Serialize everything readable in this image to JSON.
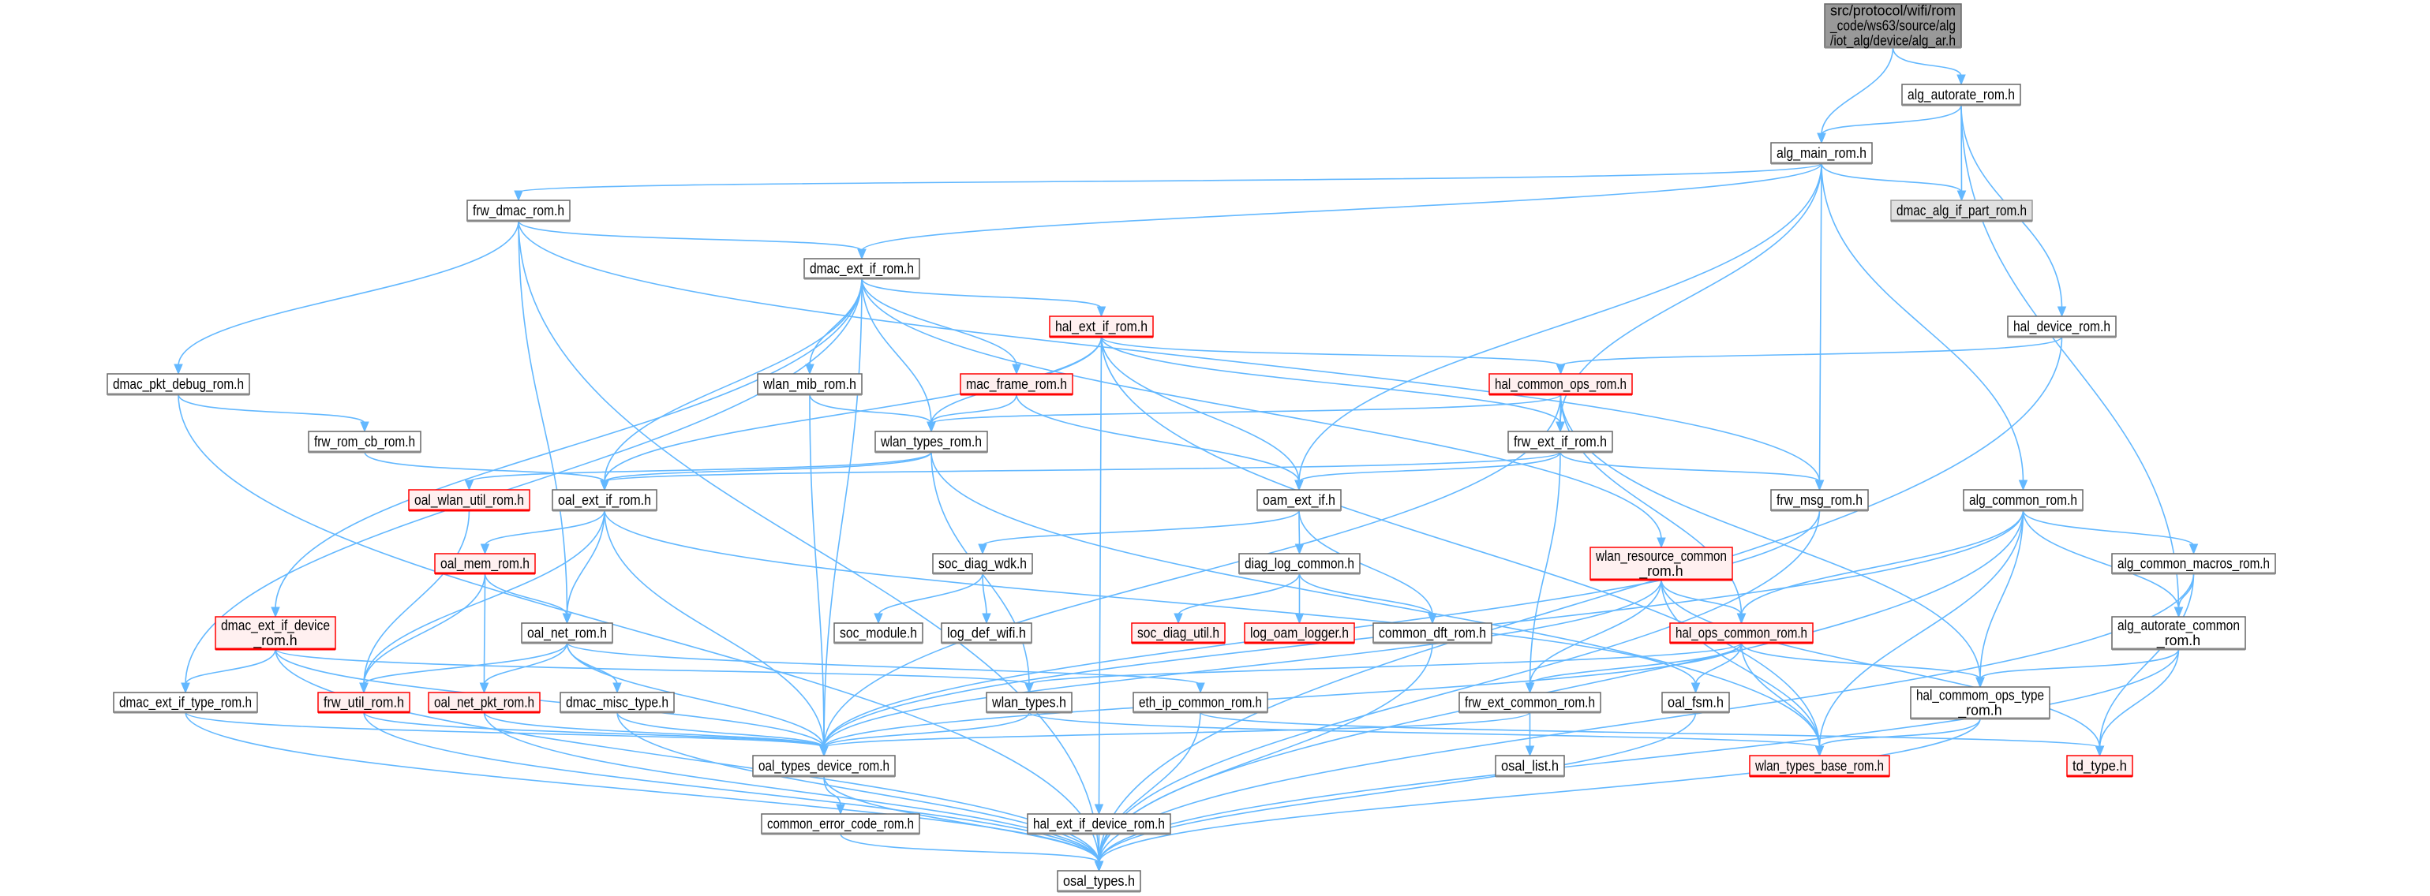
{
  "graph": {
    "type": "include-dependency-graph",
    "colors": {
      "edge": "#63b8ff",
      "root_fill": "#999999",
      "normal_fill": "#ffffff",
      "normal_stroke": "#666666",
      "truncated_fill": "#fff0f0",
      "truncated_stroke": "#ff0000",
      "external_fill": "#e0e0e0",
      "external_stroke": "#999999"
    },
    "nodes": [
      {
        "id": "root",
        "lines": [
          "src/protocol/wifi/rom",
          "_code/ws63/source/alg",
          "/iot_alg/device/alg_ar.h"
        ],
        "kind": "root"
      },
      {
        "id": "alg_autorate_rom",
        "lines": [
          "alg_autorate_rom.h"
        ],
        "kind": "normal"
      },
      {
        "id": "alg_main_rom",
        "lines": [
          "alg_main_rom.h"
        ],
        "kind": "normal"
      },
      {
        "id": "dmac_alg_if_part_rom",
        "lines": [
          "dmac_alg_if_part_rom.h"
        ],
        "kind": "external"
      },
      {
        "id": "frw_dmac_rom",
        "lines": [
          "frw_dmac_rom.h"
        ],
        "kind": "normal"
      },
      {
        "id": "dmac_ext_if_rom",
        "lines": [
          "dmac_ext_if_rom.h"
        ],
        "kind": "normal"
      },
      {
        "id": "hal_ext_if_rom",
        "lines": [
          "hal_ext_if_rom.h"
        ],
        "kind": "truncated"
      },
      {
        "id": "hal_device_rom",
        "lines": [
          "hal_device_rom.h"
        ],
        "kind": "normal"
      },
      {
        "id": "dmac_pkt_debug_rom",
        "lines": [
          "dmac_pkt_debug_rom.h"
        ],
        "kind": "normal"
      },
      {
        "id": "wlan_mib_rom",
        "lines": [
          "wlan_mib_rom.h"
        ],
        "kind": "normal"
      },
      {
        "id": "mac_frame_rom",
        "lines": [
          "mac_frame_rom.h"
        ],
        "kind": "truncated"
      },
      {
        "id": "hal_common_ops_rom",
        "lines": [
          "hal_common_ops_rom.h"
        ],
        "kind": "truncated"
      },
      {
        "id": "frw_rom_cb_rom",
        "lines": [
          "frw_rom_cb_rom.h"
        ],
        "kind": "normal"
      },
      {
        "id": "wlan_types_rom",
        "lines": [
          "wlan_types_rom.h"
        ],
        "kind": "normal"
      },
      {
        "id": "frw_ext_if_rom",
        "lines": [
          "frw_ext_if_rom.h"
        ],
        "kind": "normal"
      },
      {
        "id": "oal_wlan_util_rom",
        "lines": [
          "oal_wlan_util_rom.h"
        ],
        "kind": "truncated"
      },
      {
        "id": "oal_ext_if_rom",
        "lines": [
          "oal_ext_if_rom.h"
        ],
        "kind": "normal"
      },
      {
        "id": "oam_ext_if",
        "lines": [
          "oam_ext_if.h"
        ],
        "kind": "normal"
      },
      {
        "id": "frw_msg_rom",
        "lines": [
          "frw_msg_rom.h"
        ],
        "kind": "normal"
      },
      {
        "id": "alg_common_rom",
        "lines": [
          "alg_common_rom.h"
        ],
        "kind": "normal"
      },
      {
        "id": "oal_mem_rom",
        "lines": [
          "oal_mem_rom.h"
        ],
        "kind": "truncated"
      },
      {
        "id": "soc_diag_wdk",
        "lines": [
          "soc_diag_wdk.h"
        ],
        "kind": "normal"
      },
      {
        "id": "diag_log_common",
        "lines": [
          "diag_log_common.h"
        ],
        "kind": "normal"
      },
      {
        "id": "wlan_resource_common_rom",
        "lines": [
          "wlan_resource_common",
          "_rom.h"
        ],
        "kind": "truncated"
      },
      {
        "id": "alg_common_macros_rom",
        "lines": [
          "alg_common_macros_rom.h"
        ],
        "kind": "normal"
      },
      {
        "id": "dmac_ext_if_device_rom",
        "lines": [
          "dmac_ext_if_device",
          "_rom.h"
        ],
        "kind": "truncated"
      },
      {
        "id": "oal_net_rom",
        "lines": [
          "oal_net_rom.h"
        ],
        "kind": "normal"
      },
      {
        "id": "soc_module",
        "lines": [
          "soc_module.h"
        ],
        "kind": "normal"
      },
      {
        "id": "log_def_wifi",
        "lines": [
          "log_def_wifi.h"
        ],
        "kind": "normal"
      },
      {
        "id": "soc_diag_util",
        "lines": [
          "soc_diag_util.h"
        ],
        "kind": "truncated"
      },
      {
        "id": "log_oam_logger",
        "lines": [
          "log_oam_logger.h"
        ],
        "kind": "truncated"
      },
      {
        "id": "common_dft_rom",
        "lines": [
          "common_dft_rom.h"
        ],
        "kind": "normal"
      },
      {
        "id": "hal_ops_common_rom",
        "lines": [
          "hal_ops_common_rom.h"
        ],
        "kind": "truncated"
      },
      {
        "id": "alg_autorate_common_rom",
        "lines": [
          "alg_autorate_common",
          "_rom.h"
        ],
        "kind": "normal"
      },
      {
        "id": "dmac_ext_if_type_rom",
        "lines": [
          "dmac_ext_if_type_rom.h"
        ],
        "kind": "normal"
      },
      {
        "id": "frw_util_rom",
        "lines": [
          "frw_util_rom.h"
        ],
        "kind": "truncated"
      },
      {
        "id": "oal_net_pkt_rom",
        "lines": [
          "oal_net_pkt_rom.h"
        ],
        "kind": "truncated"
      },
      {
        "id": "dmac_misc_type",
        "lines": [
          "dmac_misc_type.h"
        ],
        "kind": "normal"
      },
      {
        "id": "wlan_types",
        "lines": [
          "wlan_types.h"
        ],
        "kind": "normal"
      },
      {
        "id": "eth_ip_common_rom",
        "lines": [
          "eth_ip_common_rom.h"
        ],
        "kind": "normal"
      },
      {
        "id": "frw_ext_common_rom",
        "lines": [
          "frw_ext_common_rom.h"
        ],
        "kind": "normal"
      },
      {
        "id": "oal_fsm",
        "lines": [
          "oal_fsm.h"
        ],
        "kind": "normal"
      },
      {
        "id": "hal_commom_ops_type_rom",
        "lines": [
          "hal_commom_ops_type",
          "_rom.h"
        ],
        "kind": "normal"
      },
      {
        "id": "oal_types_device_rom",
        "lines": [
          "oal_types_device_rom.h"
        ],
        "kind": "normal"
      },
      {
        "id": "osal_list",
        "lines": [
          "osal_list.h"
        ],
        "kind": "normal"
      },
      {
        "id": "wlan_types_base_rom",
        "lines": [
          "wlan_types_base_rom.h"
        ],
        "kind": "truncated"
      },
      {
        "id": "td_type",
        "lines": [
          "td_type.h"
        ],
        "kind": "truncated"
      },
      {
        "id": "common_error_code_rom",
        "lines": [
          "common_error_code_rom.h"
        ],
        "kind": "normal"
      },
      {
        "id": "hal_ext_if_device_rom",
        "lines": [
          "hal_ext_if_device_rom.h"
        ],
        "kind": "normal"
      },
      {
        "id": "osal_types",
        "lines": [
          "osal_types.h"
        ],
        "kind": "normal"
      }
    ],
    "edges": [
      [
        "root",
        "alg_main_rom"
      ],
      [
        "root",
        "alg_autorate_rom"
      ],
      [
        "alg_autorate_rom",
        "alg_main_rom"
      ],
      [
        "alg_autorate_rom",
        "dmac_alg_if_part_rom"
      ],
      [
        "alg_autorate_rom",
        "hal_device_rom"
      ],
      [
        "alg_autorate_rom",
        "alg_autorate_common_rom"
      ],
      [
        "alg_main_rom",
        "frw_dmac_rom"
      ],
      [
        "alg_main_rom",
        "dmac_ext_if_rom"
      ],
      [
        "alg_main_rom",
        "dmac_alg_if_part_rom"
      ],
      [
        "alg_main_rom",
        "frw_ext_if_rom"
      ],
      [
        "alg_main_rom",
        "oam_ext_if"
      ],
      [
        "alg_main_rom",
        "frw_msg_rom"
      ],
      [
        "alg_main_rom",
        "alg_common_rom"
      ],
      [
        "frw_dmac_rom",
        "dmac_ext_if_rom"
      ],
      [
        "frw_dmac_rom",
        "dmac_pkt_debug_rom"
      ],
      [
        "frw_dmac_rom",
        "oal_net_rom"
      ],
      [
        "frw_dmac_rom",
        "frw_msg_rom"
      ],
      [
        "frw_dmac_rom",
        "osal_types"
      ],
      [
        "dmac_ext_if_rom",
        "hal_ext_if_rom"
      ],
      [
        "dmac_ext_if_rom",
        "wlan_mib_rom"
      ],
      [
        "dmac_ext_if_rom",
        "wlan_types_rom"
      ],
      [
        "dmac_ext_if_rom",
        "mac_frame_rom"
      ],
      [
        "dmac_ext_if_rom",
        "oal_ext_if_rom"
      ],
      [
        "dmac_ext_if_rom",
        "dmac_ext_if_device_rom"
      ],
      [
        "dmac_ext_if_rom",
        "dmac_ext_if_type_rom"
      ],
      [
        "dmac_ext_if_rom",
        "wlan_resource_common_rom"
      ],
      [
        "dmac_ext_if_rom",
        "oal_types_device_rom"
      ],
      [
        "hal_ext_if_rom",
        "wlan_types_rom"
      ],
      [
        "hal_ext_if_rom",
        "oal_ext_if_rom"
      ],
      [
        "hal_ext_if_rom",
        "oam_ext_if"
      ],
      [
        "hal_ext_if_rom",
        "hal_common_ops_rom"
      ],
      [
        "hal_ext_if_rom",
        "frw_ext_if_rom"
      ],
      [
        "hal_ext_if_rom",
        "hal_ext_if_device_rom"
      ],
      [
        "hal_ext_if_rom",
        "wlan_types_base_rom"
      ],
      [
        "dmac_pkt_debug_rom",
        "frw_rom_cb_rom"
      ],
      [
        "dmac_pkt_debug_rom",
        "osal_types"
      ],
      [
        "wlan_mib_rom",
        "wlan_types_rom"
      ],
      [
        "wlan_mib_rom",
        "oal_types_device_rom"
      ],
      [
        "mac_frame_rom",
        "wlan_types_rom"
      ],
      [
        "mac_frame_rom",
        "oam_ext_if"
      ],
      [
        "frw_rom_cb_rom",
        "oal_ext_if_rom"
      ],
      [
        "hal_device_rom",
        "hal_common_ops_rom"
      ],
      [
        "hal_device_rom",
        "osal_types"
      ],
      [
        "hal_common_ops_rom",
        "wlan_types_rom"
      ],
      [
        "hal_common_ops_rom",
        "frw_ext_if_rom"
      ],
      [
        "hal_common_ops_rom",
        "hal_ops_common_rom"
      ],
      [
        "hal_common_ops_rom",
        "hal_commom_ops_type_rom"
      ],
      [
        "hal_common_ops_rom",
        "oal_types_device_rom"
      ],
      [
        "frw_ext_if_rom",
        "oal_ext_if_rom"
      ],
      [
        "frw_ext_if_rom",
        "oam_ext_if"
      ],
      [
        "frw_ext_if_rom",
        "frw_msg_rom"
      ],
      [
        "frw_ext_if_rom",
        "frw_ext_common_rom"
      ],
      [
        "wlan_types_rom",
        "oal_wlan_util_rom"
      ],
      [
        "wlan_types_rom",
        "oal_ext_if_rom"
      ],
      [
        "wlan_types_rom",
        "wlan_types"
      ],
      [
        "wlan_types_rom",
        "wlan_types_base_rom"
      ],
      [
        "oal_wlan_util_rom",
        "frw_util_rom"
      ],
      [
        "oal_ext_if_rom",
        "oal_mem_rom"
      ],
      [
        "oal_ext_if_rom",
        "oal_net_rom"
      ],
      [
        "oal_ext_if_rom",
        "frw_util_rom"
      ],
      [
        "oal_ext_if_rom",
        "oal_types_device_rom"
      ],
      [
        "oal_ext_if_rom",
        "oal_fsm"
      ],
      [
        "oam_ext_if",
        "diag_log_common"
      ],
      [
        "oam_ext_if",
        "soc_diag_wdk"
      ],
      [
        "oam_ext_if",
        "common_dft_rom"
      ],
      [
        "frw_msg_rom",
        "oal_types_device_rom"
      ],
      [
        "frw_msg_rom",
        "osal_types"
      ],
      [
        "alg_common_rom",
        "alg_common_macros_rom"
      ],
      [
        "alg_common_rom",
        "alg_autorate_common_rom"
      ],
      [
        "alg_common_rom",
        "hal_ops_common_rom"
      ],
      [
        "alg_common_rom",
        "hal_commom_ops_type_rom"
      ],
      [
        "alg_common_rom",
        "wlan_types_base_rom"
      ],
      [
        "alg_common_rom",
        "osal_types"
      ],
      [
        "alg_common_rom",
        "oal_types_device_rom"
      ],
      [
        "soc_diag_wdk",
        "soc_module"
      ],
      [
        "soc_diag_wdk",
        "log_def_wifi"
      ],
      [
        "diag_log_common",
        "soc_diag_util"
      ],
      [
        "diag_log_common",
        "log_oam_logger"
      ],
      [
        "diag_log_common",
        "common_dft_rom"
      ],
      [
        "wlan_resource_common_rom",
        "hal_ops_common_rom"
      ],
      [
        "wlan_resource_common_rom",
        "frw_ext_common_rom"
      ],
      [
        "wlan_resource_common_rom",
        "wlan_types_base_rom"
      ],
      [
        "wlan_resource_common_rom",
        "td_type"
      ],
      [
        "wlan_resource_common_rom",
        "oal_types_device_rom"
      ],
      [
        "oal_mem_rom",
        "oal_net_rom"
      ],
      [
        "oal_mem_rom",
        "frw_util_rom"
      ],
      [
        "oal_mem_rom",
        "oal_net_pkt_rom"
      ],
      [
        "alg_common_macros_rom",
        "alg_autorate_common_rom"
      ],
      [
        "alg_common_macros_rom",
        "td_type"
      ],
      [
        "alg_common_macros_rom",
        "osal_types"
      ],
      [
        "dmac_ext_if_device_rom",
        "dmac_ext_if_type_rom"
      ],
      [
        "dmac_ext_if_device_rom",
        "oal_types_device_rom"
      ],
      [
        "dmac_ext_if_device_rom",
        "wlan_types"
      ],
      [
        "dmac_ext_if_device_rom",
        "osal_types"
      ],
      [
        "oal_net_rom",
        "frw_util_rom"
      ],
      [
        "oal_net_rom",
        "oal_net_pkt_rom"
      ],
      [
        "oal_net_rom",
        "dmac_misc_type"
      ],
      [
        "oal_net_rom",
        "oal_types_device_rom"
      ],
      [
        "oal_net_rom",
        "eth_ip_common_rom"
      ],
      [
        "hal_ops_common_rom",
        "frw_ext_common_rom"
      ],
      [
        "hal_ops_common_rom",
        "oal_fsm"
      ],
      [
        "hal_ops_common_rom",
        "wlan_types_base_rom"
      ],
      [
        "hal_ops_common_rom",
        "hal_commom_ops_type_rom"
      ],
      [
        "hal_ops_common_rom",
        "wlan_types"
      ],
      [
        "hal_ops_common_rom",
        "oal_types_device_rom"
      ],
      [
        "alg_autorate_common_rom",
        "hal_commom_ops_type_rom"
      ],
      [
        "alg_autorate_common_rom",
        "td_type"
      ],
      [
        "alg_autorate_common_rom",
        "osal_types"
      ],
      [
        "common_dft_rom",
        "osal_types"
      ],
      [
        "dmac_ext_if_type_rom",
        "oal_types_device_rom"
      ],
      [
        "dmac_ext_if_type_rom",
        "osal_types"
      ],
      [
        "frw_util_rom",
        "oal_types_device_rom"
      ],
      [
        "frw_util_rom",
        "osal_types"
      ],
      [
        "oal_net_pkt_rom",
        "oal_types_device_rom"
      ],
      [
        "oal_net_pkt_rom",
        "osal_types"
      ],
      [
        "dmac_misc_type",
        "oal_types_device_rom"
      ],
      [
        "dmac_misc_type",
        "osal_types"
      ],
      [
        "wlan_types",
        "oal_types_device_rom"
      ],
      [
        "wlan_types",
        "wlan_types_base_rom"
      ],
      [
        "eth_ip_common_rom",
        "osal_types"
      ],
      [
        "eth_ip_common_rom",
        "td_type"
      ],
      [
        "frw_ext_common_rom",
        "oal_types_device_rom"
      ],
      [
        "frw_ext_common_rom",
        "osal_list"
      ],
      [
        "oal_fsm",
        "osal_types"
      ],
      [
        "hal_commom_ops_type_rom",
        "wlan_types_base_rom"
      ],
      [
        "hal_commom_ops_type_rom",
        "osal_types"
      ],
      [
        "oal_types_device_rom",
        "common_error_code_rom"
      ],
      [
        "oal_types_device_rom",
        "osal_types"
      ],
      [
        "common_error_code_rom",
        "osal_types"
      ],
      [
        "hal_ext_if_device_rom",
        "osal_types"
      ]
    ]
  }
}
